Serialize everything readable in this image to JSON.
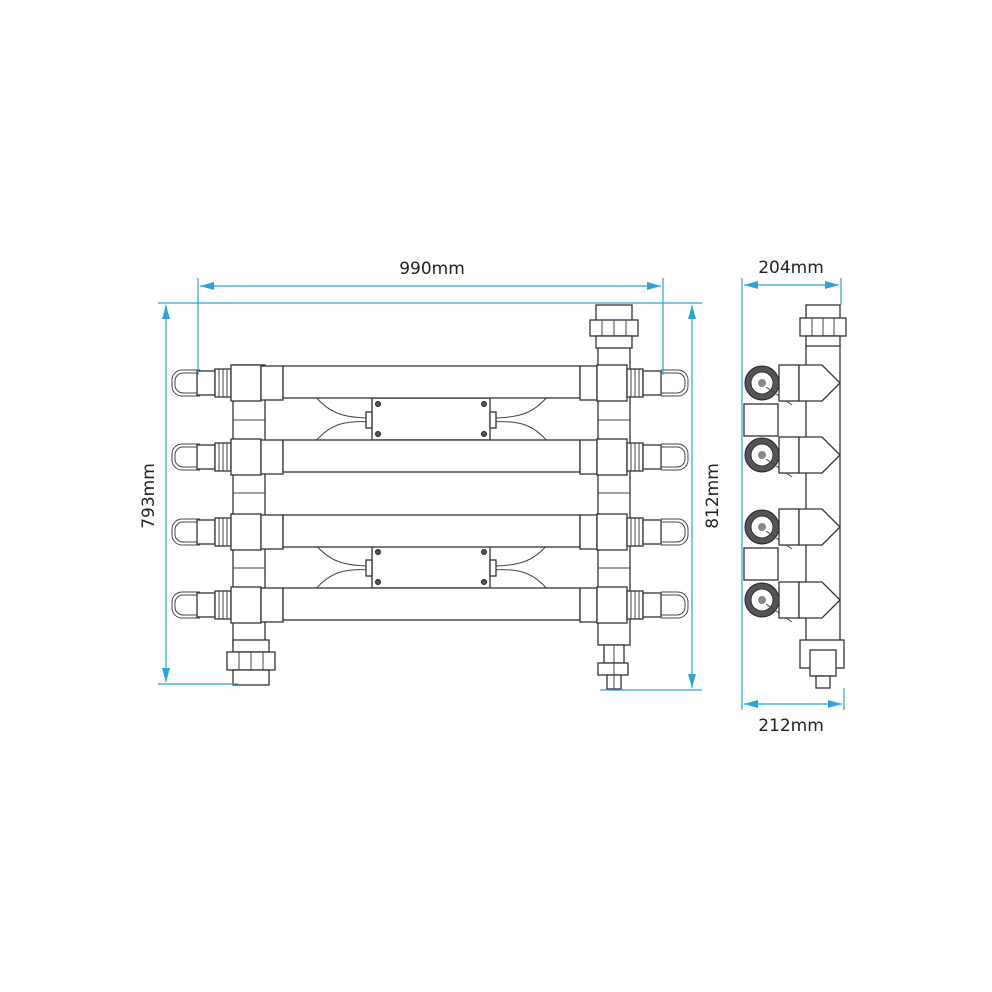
{
  "dimensions": {
    "overall_width": "990mm",
    "left_height": "793mm",
    "right_height": "812mm",
    "side_top_width": "204mm",
    "side_bottom_width": "212mm"
  },
  "colors": {
    "dimension_line": "#2aa3dc",
    "drawing_line": "#333333"
  }
}
